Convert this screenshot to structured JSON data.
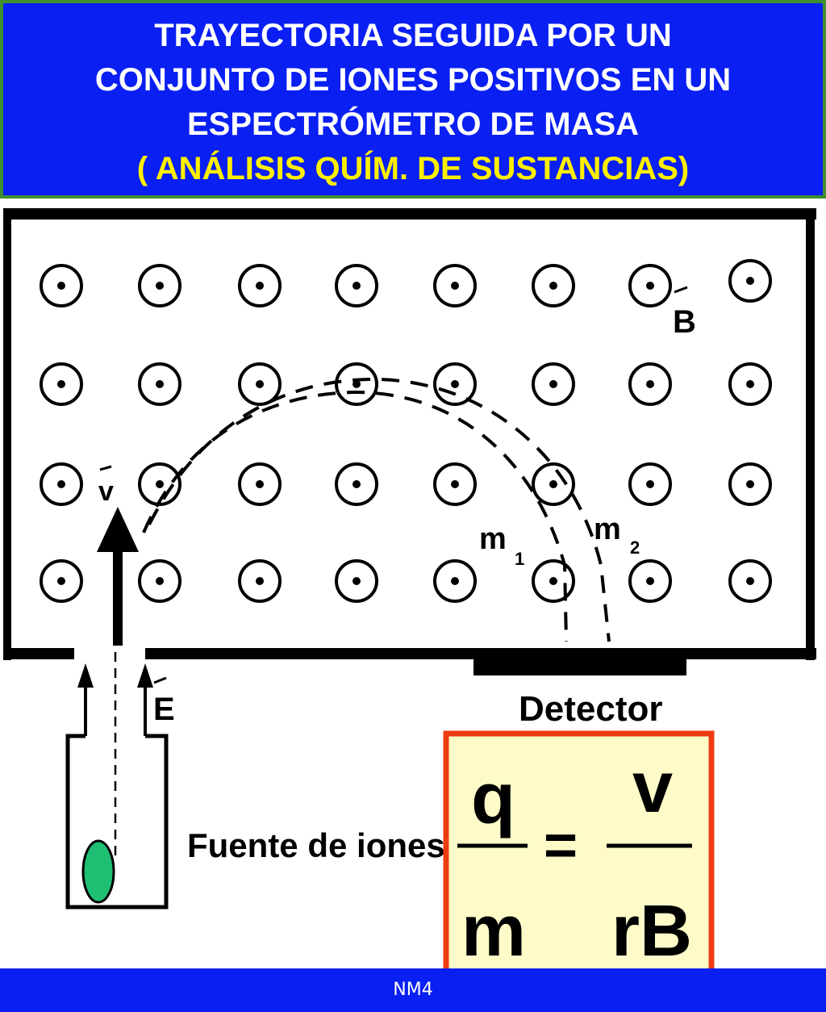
{
  "colors": {
    "header_bg": "#0a1ff2",
    "title_white": "#ffffff",
    "title_yellow": "#ffef00",
    "frame_border": "#3f8f2f",
    "formula_bg": "#fffbc8",
    "formula_border": "#ef3b12",
    "ion": "#1fbf73",
    "footer_bg": "#0a1ff2"
  },
  "header": {
    "line1": "TRAYECTORIA SEGUIDA POR UN",
    "line2": "CONJUNTO DE IONES POSITIVOS EN UN",
    "line3": "ESPECTRÓMETRO DE MASA",
    "line4": "( ANÁLISIS QUÍM. DE SUSTANCIAS)"
  },
  "labels": {
    "field_b": "B",
    "velocity": "v",
    "mass1": "m",
    "mass1_sub": "1",
    "mass2": "m",
    "mass2_sub": "2",
    "field_e": "E",
    "detector": "Detector",
    "source": "Fuente de iones"
  },
  "formula": {
    "num_left": "q",
    "den_left": "m",
    "num_right": "v",
    "den_right": "rB",
    "equals": "="
  },
  "footer": {
    "text": "NM4"
  }
}
